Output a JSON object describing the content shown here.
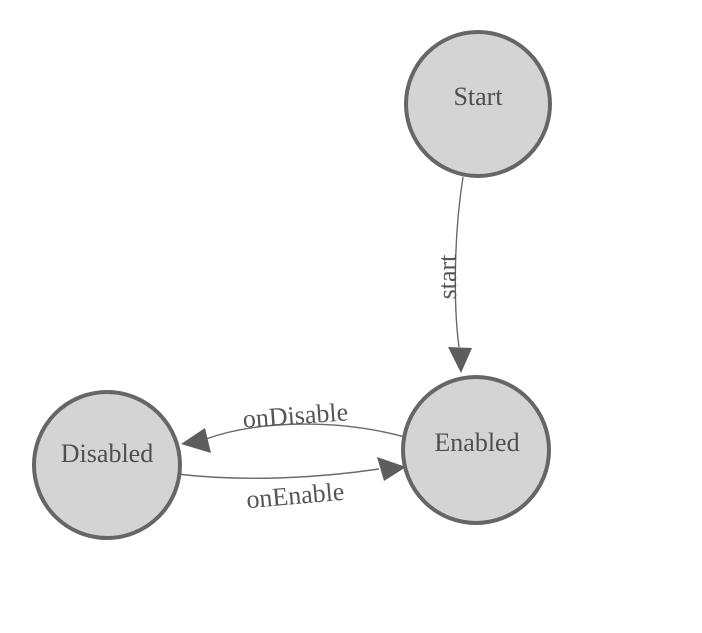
{
  "diagram": {
    "type": "state-machine",
    "background_color": "#ffffff",
    "colors": {
      "node_fill": "#d4d4d4",
      "node_stroke": "#666666",
      "node_text": "#4f4f4f",
      "edge_stroke": "#6b6b6b",
      "arrow_fill": "#5d5d5d",
      "edge_text": "#555555"
    },
    "nodes": [
      {
        "id": "start",
        "label": "Start"
      },
      {
        "id": "enabled",
        "label": "Enabled"
      },
      {
        "id": "disabled",
        "label": "Disabled"
      }
    ],
    "edges": [
      {
        "id": "start-transition",
        "label": "start",
        "from": "Start",
        "to": "Enabled"
      },
      {
        "id": "on-disable",
        "label": "onDisable",
        "from": "Enabled",
        "to": "Disabled"
      },
      {
        "id": "on-enable",
        "label": "onEnable",
        "from": "Disabled",
        "to": "Enabled"
      }
    ]
  }
}
